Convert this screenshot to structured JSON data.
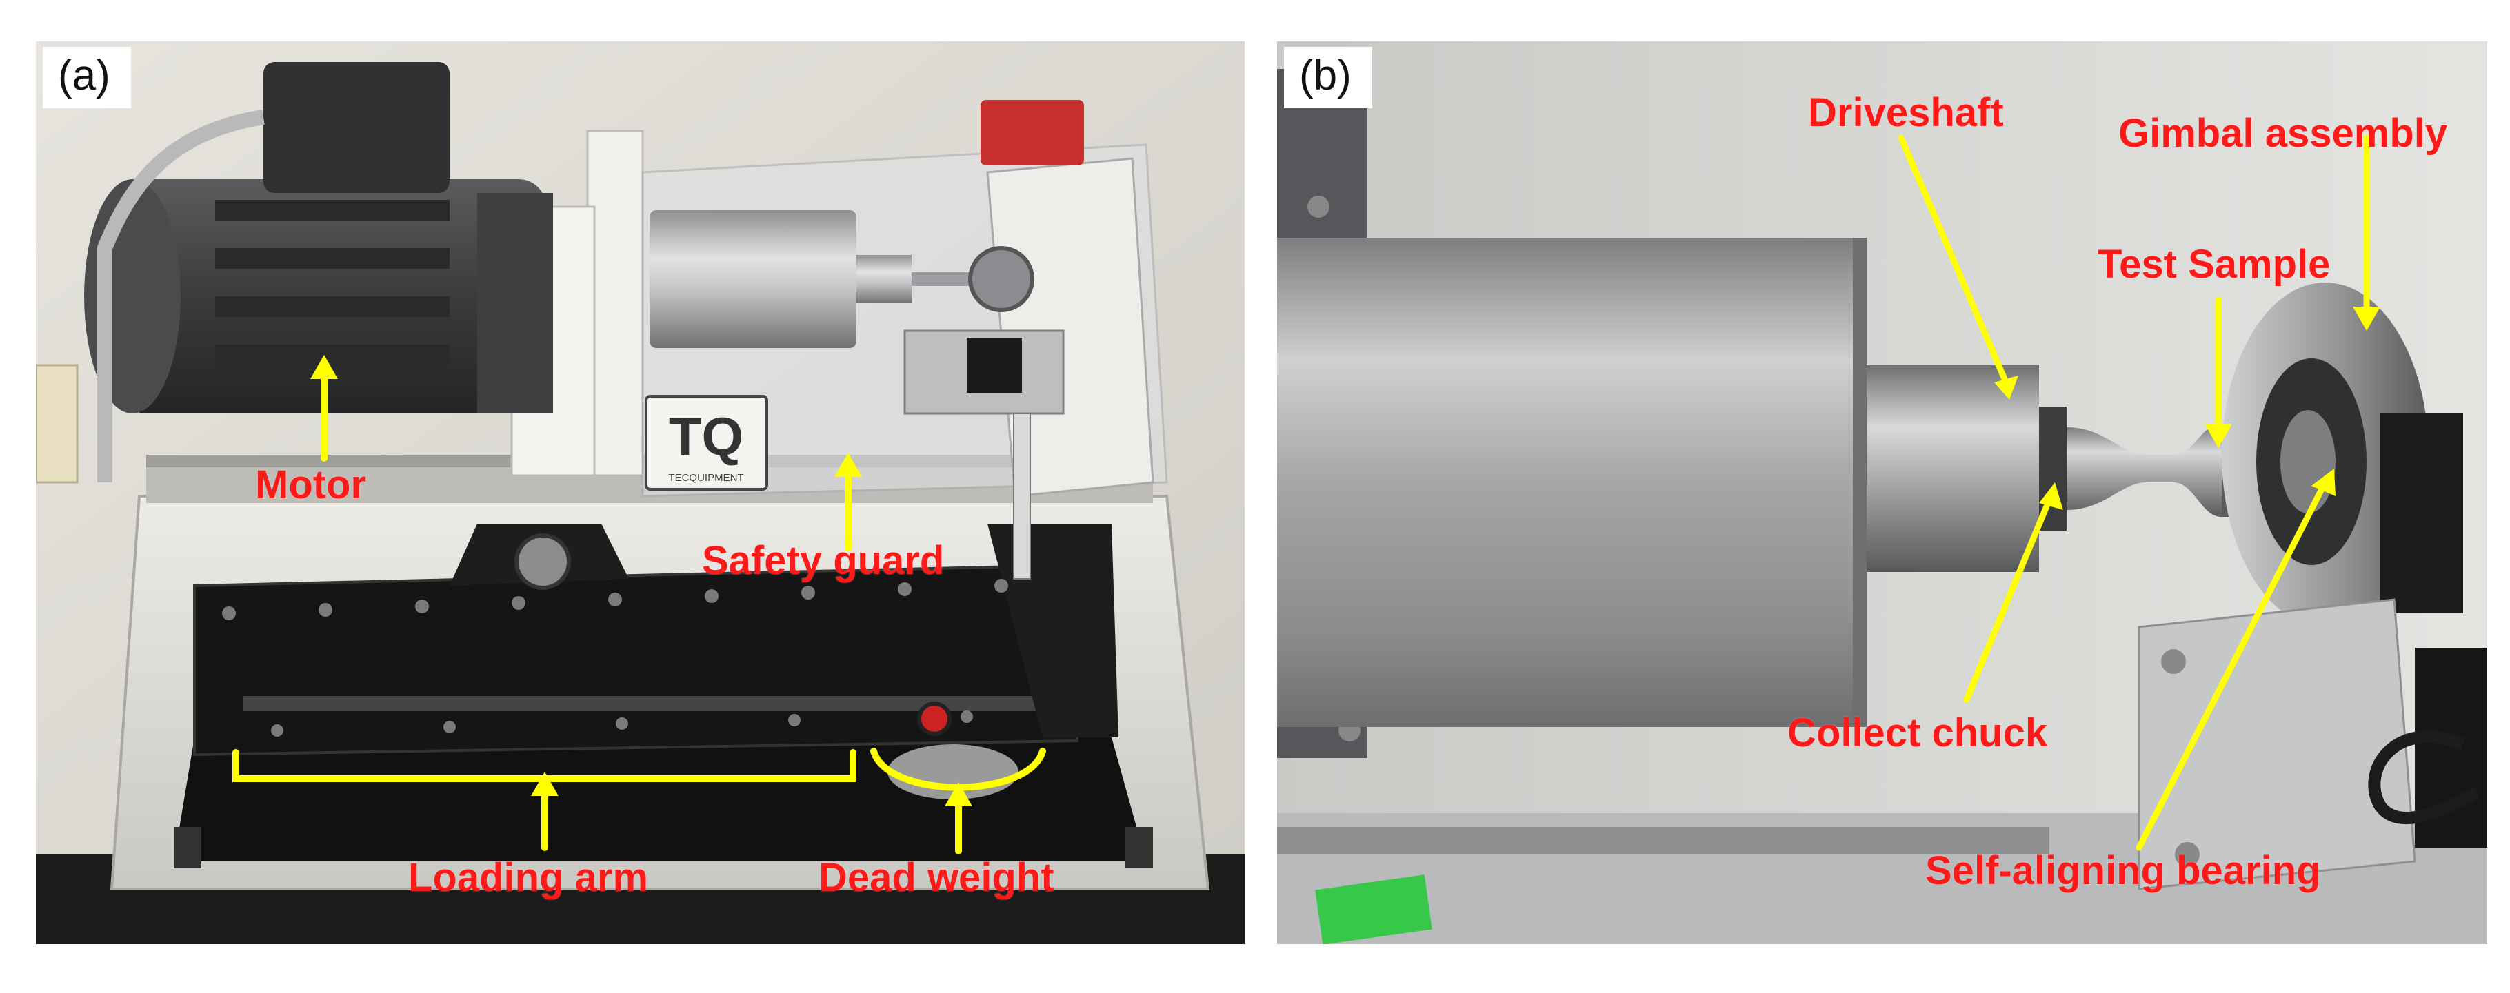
{
  "figure": {
    "panel_a": {
      "letter": "(a)",
      "logo_text": "TECQUIPMENT",
      "labels": {
        "motor": "Motor",
        "safety_guard": "Safety guard",
        "loading_arm": "Loading arm",
        "dead_weight": "Dead weight"
      }
    },
    "panel_b": {
      "letter": "(b)",
      "labels": {
        "driveshaft": "Driveshaft",
        "gimbal_assembly": "Gimbal assembly",
        "test_sample": "Test Sample",
        "collect_chuck": "Collect chuck",
        "self_aligning_bearing": "Self-aligning bearing"
      }
    },
    "colors": {
      "label_text": "#ff1a1a",
      "arrow": "#ffff00",
      "background": "#ffffff"
    }
  }
}
